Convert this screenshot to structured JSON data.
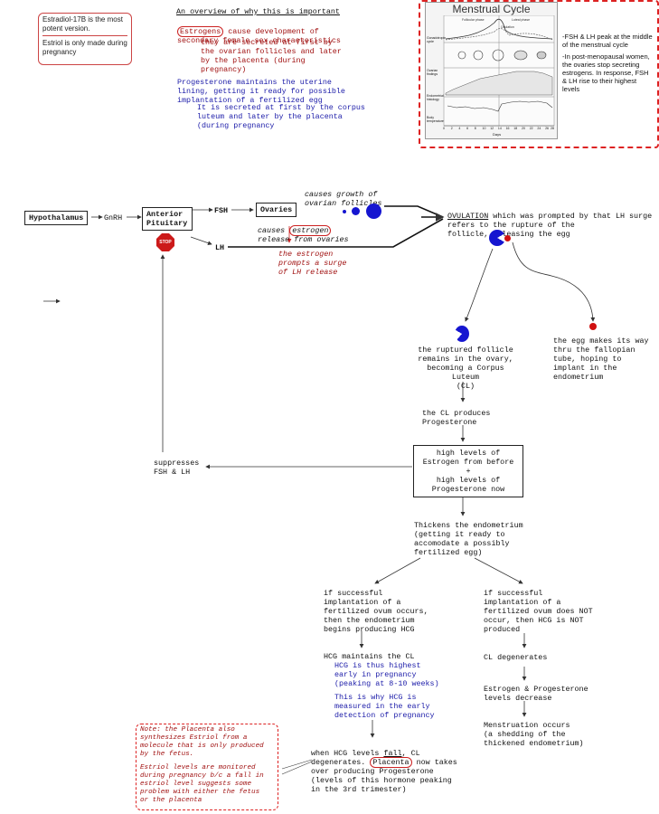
{
  "estradiol_note": {
    "line1": "Estradiol-17B is the most potent version.",
    "line2": "Estriol is only made during pregnancy"
  },
  "overview": {
    "title": "An overview of why this is important",
    "estrogens_word": "Estrogens",
    "estrogens_rest": " cause development of\nsecondary female sex characteristics",
    "estrogens_sub": "they are secreted at first by\nthe ovarian follicles and later\nby the placenta (during\npregnancy)",
    "progesterone": "Progesterone maintains the uterine\nlining, getting it ready for possible\nimplantation of a fertilized egg",
    "progesterone_sub": "It is secreted at first by the corpus\nluteum and later by the placenta\n(during pregnancy"
  },
  "menstrual_cycle": {
    "title": "Menstrual Cycle",
    "phase_left": "Follicular phase",
    "phase_right": "Luteal phase",
    "ovulation": "Ovulation",
    "row_labels": [
      "Gonadotropin cycle",
      "Ovarian findings",
      "Endometrial histology",
      "Body temperature"
    ],
    "days_label": "Days",
    "day_ticks": [
      "0",
      "2",
      "4",
      "6",
      "8",
      "10",
      "12",
      "14",
      "16",
      "18",
      "20",
      "22",
      "24",
      "26",
      "28"
    ],
    "notes1": "-FSH & LH peak at the middle of the menstrual cycle",
    "notes2": "-In post-menopausal women, the ovaries stop secreting estrogens. In response, FSH & LH rise to their highest levels"
  },
  "flow": {
    "hypothalamus": "Hypothalamus",
    "gnrh": "GnRH",
    "anterior_pituitary": "Anterior\nPituitary",
    "stop": "STOP",
    "fsh": "FSH",
    "lh": "LH",
    "ovaries": "Ovaries",
    "causes_growth": "causes growth of\novarian follicles",
    "causes_estrogen_pre": "causes ",
    "causes_estrogen_word": "estrogen",
    "causes_estrogen_post": "\nrelease from ovaries",
    "estrogen_prompts": "the estrogen\nprompts a surge\nof LH release",
    "ovulation_word": "OVULATION",
    "ovulation_rest": " which was prompted by that LH surge\nrefers to the rupture of the\nfollicle, releasing the egg",
    "ruptured_follicle": "the ruptured follicle\nremains in the ovary,\nbecoming a Corpus Luteum\n(CL)",
    "egg_path": "the egg makes its way\nthru the fallopian\ntube, hoping to\nimplant in the\nendometrium",
    "cl_produces": "the CL produces\nProgesterone",
    "high_levels": "high levels of\nEstrogen from before\n+\nhigh levels of\nProgesterone now",
    "suppresses": "suppresses\nFSH & LH",
    "thickens": "Thickens the endometrium\n(getting it ready to\naccomodate a possibly\nfertilized egg)",
    "successful": "if successful\nimplantation of a\nfertilized ovum occurs,\nthen the endometrium\nbegins producing HCG",
    "unsuccessful": "if successful\nimplantation of a\nfertilized ovum does NOT\noccur, then HCG is NOT\nproduced",
    "hcg_maintains": "HCG maintains the CL",
    "hcg_highest": "HCG is thus highest\nearly in pregnancy\n(peaking at 8-10 weeks)",
    "hcg_measured": "This is why HCG is\nmeasured in the early\ndetection of pregnancy",
    "hcg_fall_pre": "when HCG levels ",
    "hcg_fall_word": "fall",
    "hcg_fall_mid": ", CL\ndegenerates. ",
    "hcg_placenta_word": "Placenta",
    "hcg_fall_post": " now takes\nover producing Progesterone\n(levels of this hormone peaking\nin the 3rd trimester)",
    "cl_degenerates": "CL degenerates",
    "est_prog_decrease": "Estrogen & Progesterone\nlevels decrease",
    "menstruation": "Menstruation occurs\n(a shedding of the\nthickened endometrium)",
    "placenta_note": "Note: the Placenta also\nsynthesizes Estriol from a\nmolecule that is only produced\nby the fetus.",
    "estriol_note": "Estriol levels are monitored\nduring pregnancy b/c a fall in\nestriol level suggests some\nproblem with either the fetus\nor the placenta"
  },
  "colors": {
    "red": "#a01010",
    "blue": "#1a1aa8",
    "dash_red": "#d22222",
    "follicle_blue": "#1515d0",
    "egg_red": "#d01010"
  }
}
